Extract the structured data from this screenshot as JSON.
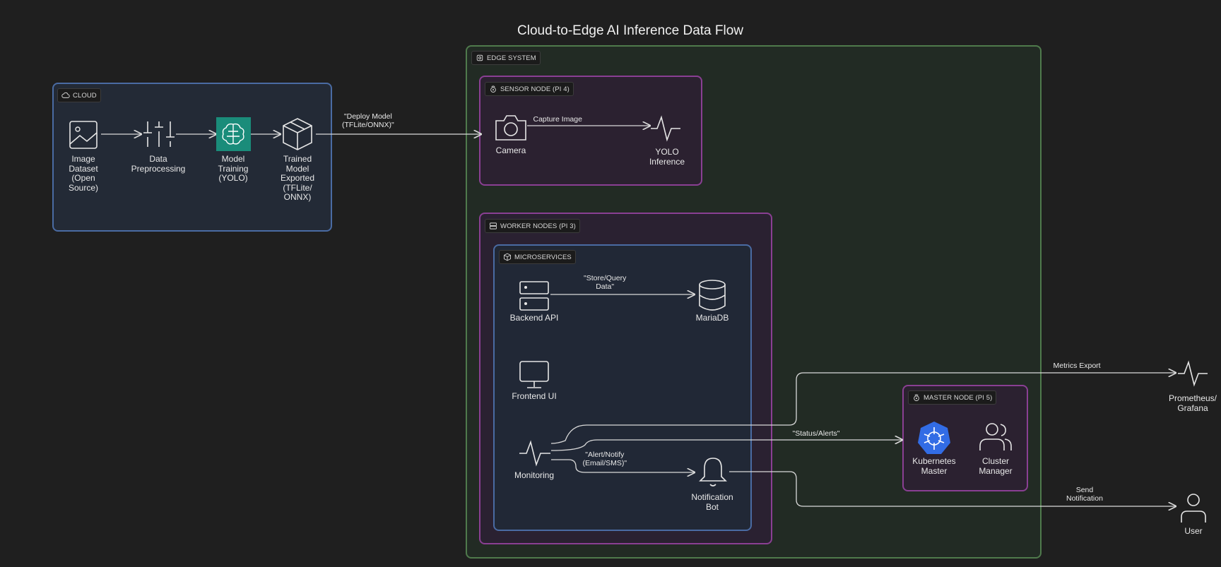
{
  "title": "Cloud-to-Edge AI Inference Data Flow",
  "groups": {
    "cloud": "CLOUD",
    "edge_system": "EDGE SYSTEM",
    "sensor_node": "SENSOR NODE (PI 4)",
    "worker_nodes": "WORKER NODES (PI 3)",
    "microservices": "MICROSERVICES",
    "master_node": "MASTER NODE (PI 5)"
  },
  "nodes": {
    "image_dataset": "Image\nDataset\n(Open\nSource)",
    "data_preprocessing": "Data\nPreprocessing",
    "model_training": "Model\nTraining\n(YOLO)",
    "trained_model": "Trained\nModel\nExported\n(TFLite/\nONNX)",
    "camera": "Camera",
    "yolo_inference": "YOLO\nInference",
    "backend_api": "Backend API",
    "mariadb": "MariaDB",
    "frontend_ui": "Frontend UI",
    "monitoring": "Monitoring",
    "notification_bot": "Notification\nBot",
    "kubernetes_master": "Kubernetes\nMaster",
    "cluster_manager": "Cluster\nManager",
    "prometheus_grafana": "Prometheus/\nGrafana",
    "user": "User"
  },
  "edges": {
    "deploy_model": "\"Deploy Model\n(TFLite/ONNX)\"",
    "capture_image": "Capture Image",
    "store_query": "\"Store/Query\nData\"",
    "metrics_export": "Metrics Export",
    "status_alerts": "\"Status/Alerts\"",
    "alert_notify": "\"Alert/Notify\n(Email/SMS)\"",
    "send_notification": "Send\nNotification"
  },
  "colors": {
    "background": "#1f1f1f",
    "cloud_border": "#4a6ba3",
    "edge_border": "#4f7a4c",
    "node_border": "#8a3f93",
    "ml_service": "#1a8c7a",
    "kubernetes": "#326ce5",
    "line": "#d9d9d9"
  }
}
